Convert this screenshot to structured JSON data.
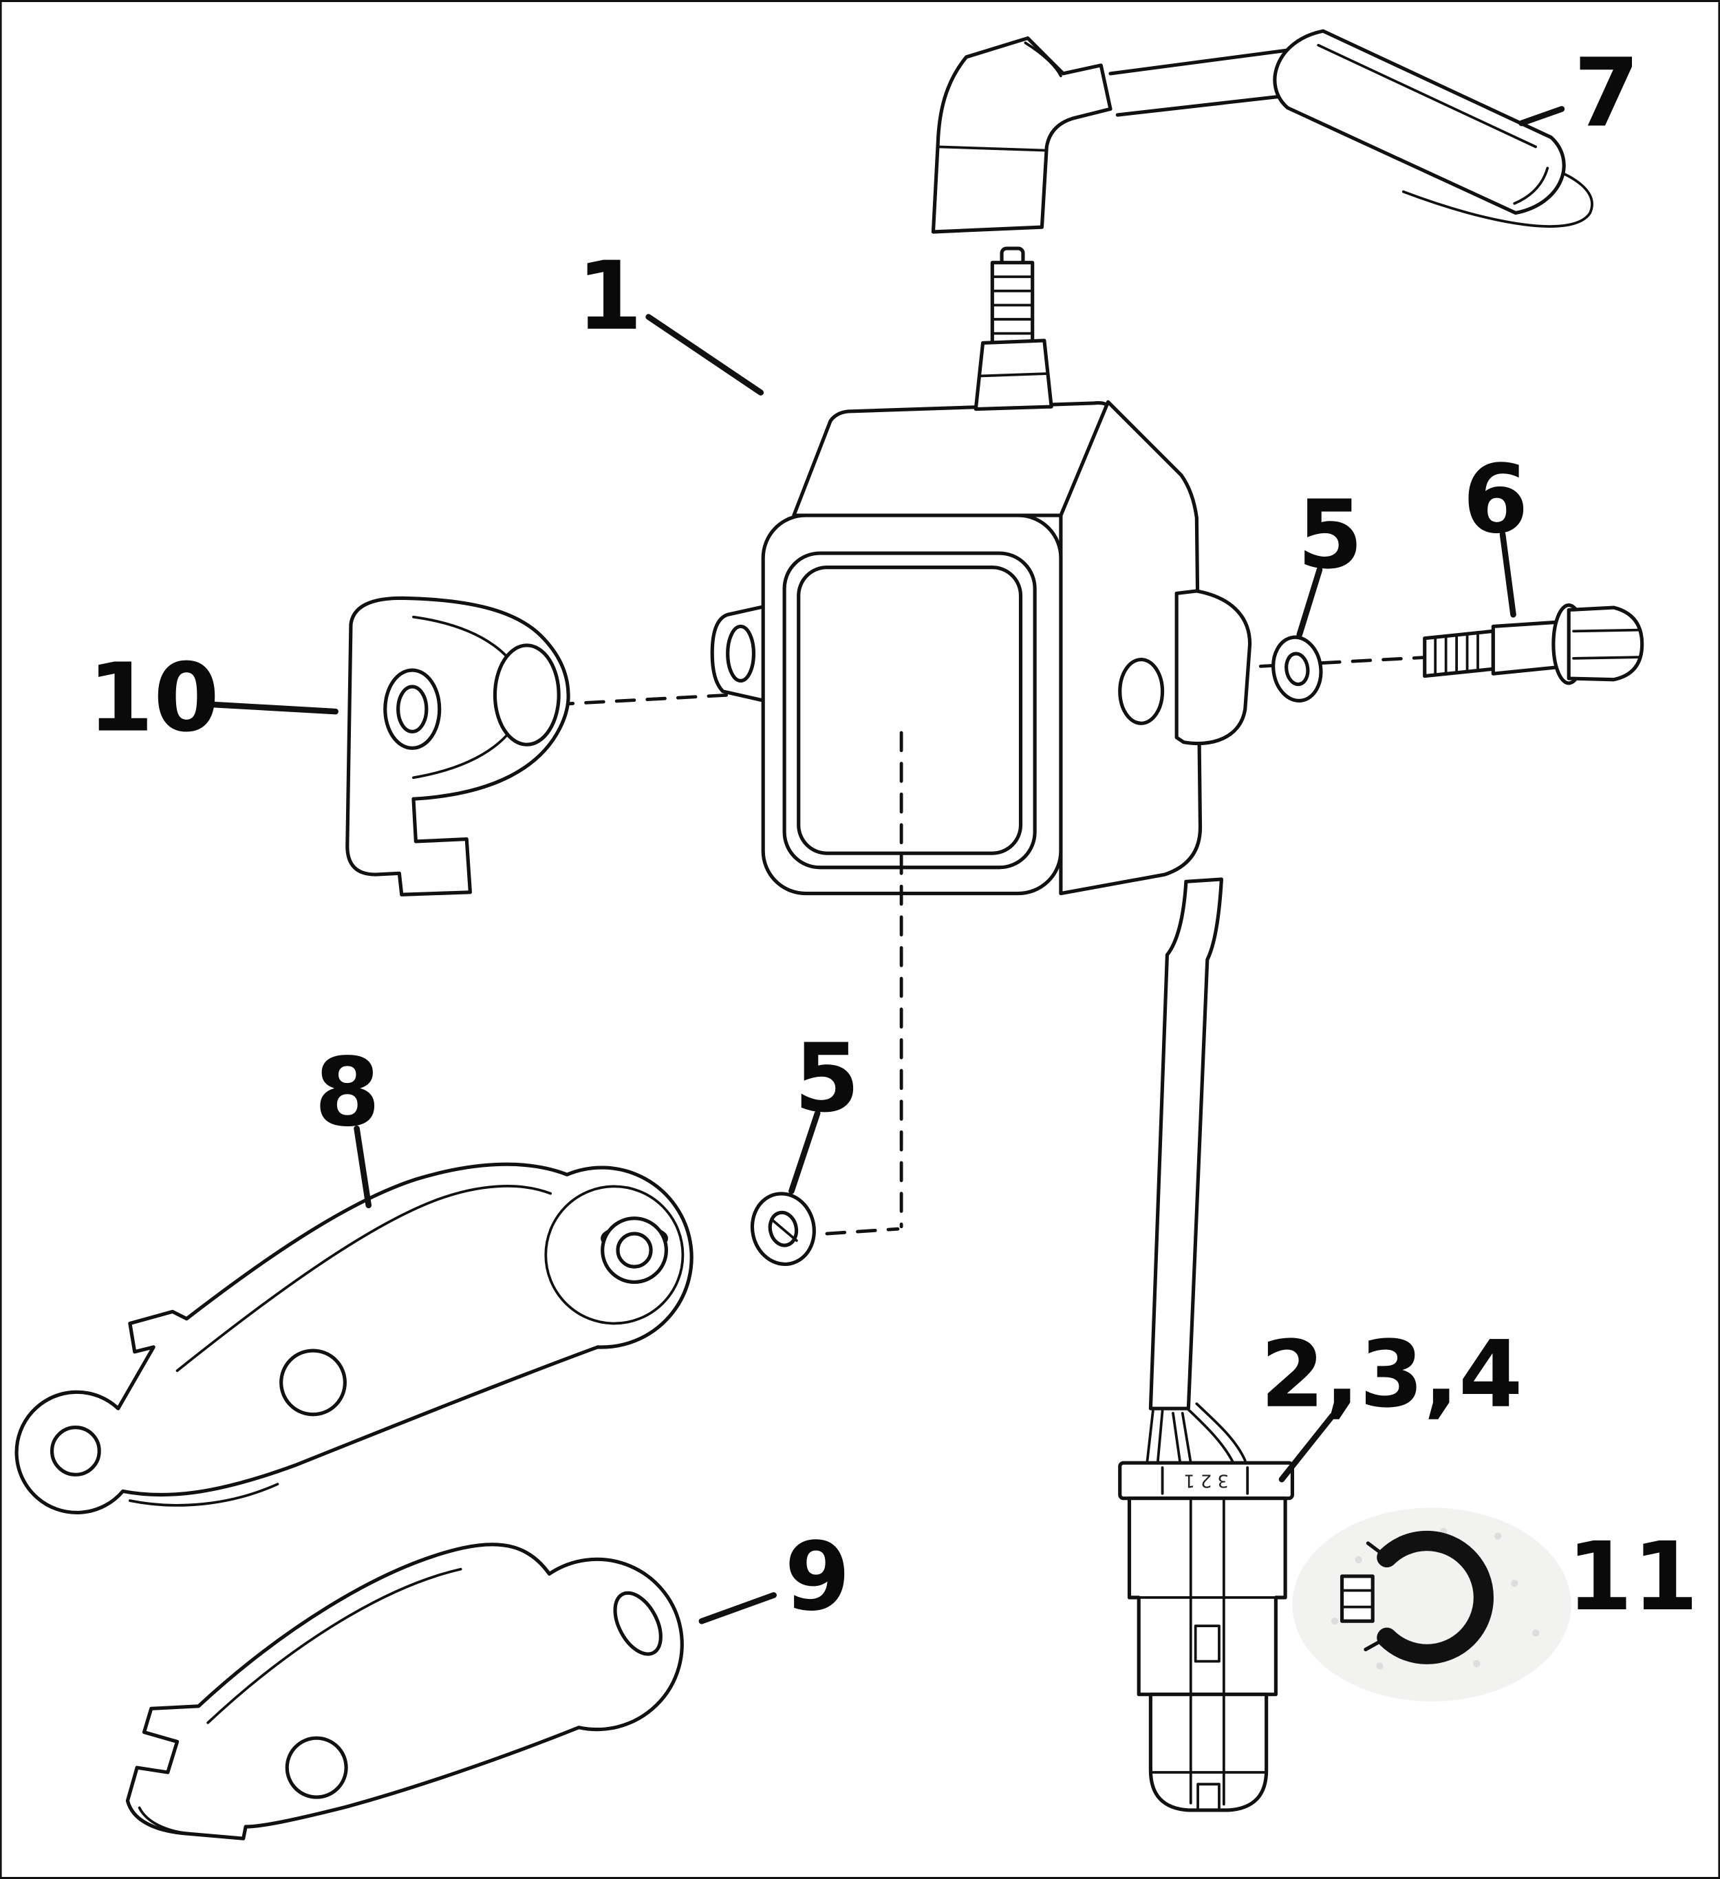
{
  "figure": {
    "callouts": [
      {
        "id": "1",
        "label": "1"
      },
      {
        "id": "7",
        "label": "7"
      },
      {
        "id": "5a",
        "label": "5"
      },
      {
        "id": "6",
        "label": "6"
      },
      {
        "id": "10",
        "label": "10"
      },
      {
        "id": "8",
        "label": "8"
      },
      {
        "id": "5b",
        "label": "5"
      },
      {
        "id": "234",
        "label": "2,3,4"
      },
      {
        "id": "9",
        "label": "9"
      },
      {
        "id": "11",
        "label": "11"
      }
    ],
    "connector": {
      "pin_labels": "3 2 1"
    }
  }
}
